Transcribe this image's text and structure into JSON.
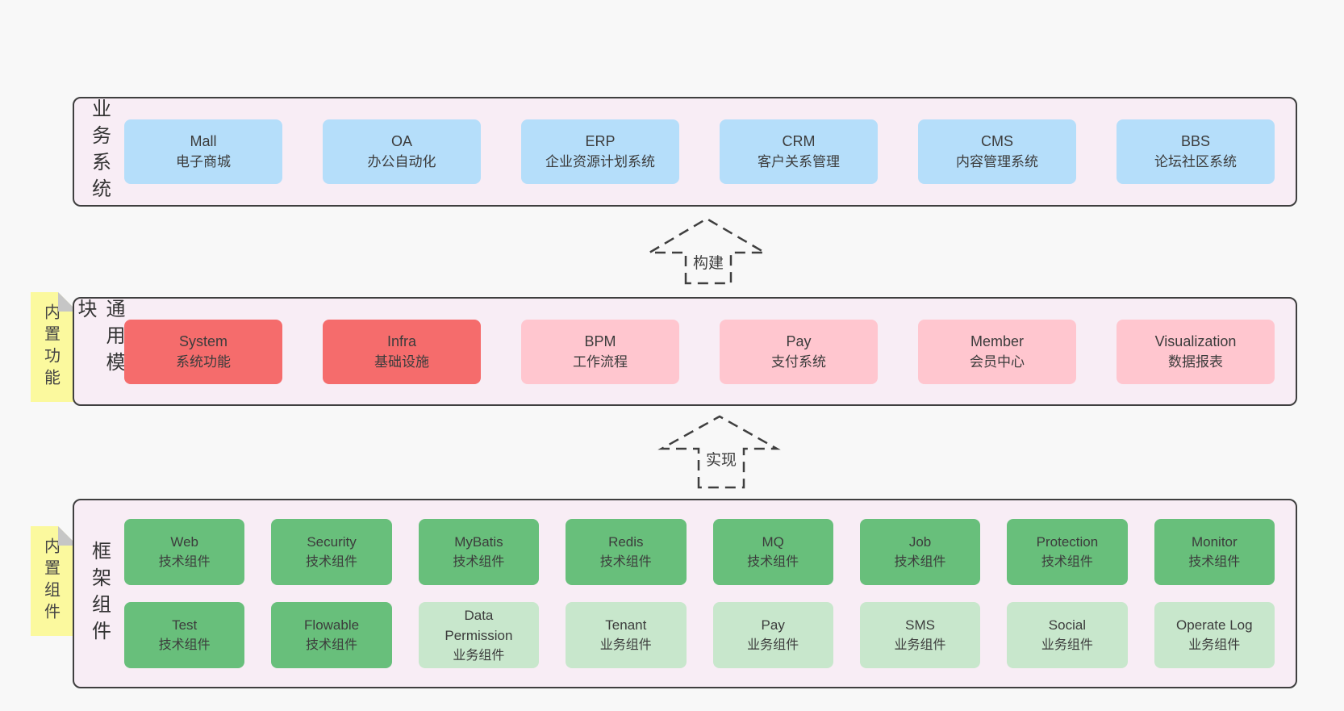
{
  "colors": {
    "page_bg": "#F8F8F8",
    "panel_bg": "#F8EDF5",
    "panel_border": "#3F3F3F",
    "text": "#3C3C3C",
    "blue": "#B5DEFA",
    "red": "#F56C6C",
    "pink": "#FFC6CF",
    "green": "#68BF7B",
    "green_light": "#C8E7CC",
    "note_yellow": "#FBF99E",
    "note_fold": "#C6C6C6",
    "arrow_stroke": "#3F3F3F"
  },
  "notes": [
    {
      "id": "builtin-features",
      "label": "内置功能"
    },
    {
      "id": "builtin-components",
      "label": "内置组件"
    }
  ],
  "arrows": [
    {
      "id": "build",
      "label": "构建"
    },
    {
      "id": "implement",
      "label": "实现"
    }
  ],
  "panels": {
    "business": {
      "label": "业务系统",
      "boxes": [
        {
          "name": "box-mall",
          "title": "Mall",
          "subtitle": "电子商城",
          "variant": "blue"
        },
        {
          "name": "box-oa",
          "title": "OA",
          "subtitle": "办公自动化",
          "variant": "blue"
        },
        {
          "name": "box-erp",
          "title": "ERP",
          "subtitle": "企业资源计划系统",
          "variant": "blue"
        },
        {
          "name": "box-crm",
          "title": "CRM",
          "subtitle": "客户关系管理",
          "variant": "blue"
        },
        {
          "name": "box-cms",
          "title": "CMS",
          "subtitle": "内容管理系统",
          "variant": "blue"
        },
        {
          "name": "box-bbs",
          "title": "BBS",
          "subtitle": "论坛社区系统",
          "variant": "blue"
        }
      ]
    },
    "modules": {
      "label": "通用模块",
      "boxes": [
        {
          "name": "box-system",
          "title": "System",
          "subtitle": "系统功能",
          "variant": "red"
        },
        {
          "name": "box-infra",
          "title": "Infra",
          "subtitle": "基础设施",
          "variant": "red"
        },
        {
          "name": "box-bpm",
          "title": "BPM",
          "subtitle": "工作流程",
          "variant": "pink"
        },
        {
          "name": "box-pay-module",
          "title": "Pay",
          "subtitle": "支付系统",
          "variant": "pink"
        },
        {
          "name": "box-member",
          "title": "Member",
          "subtitle": "会员中心",
          "variant": "pink"
        },
        {
          "name": "box-visualization",
          "title": "Visualization",
          "subtitle": "数据报表",
          "variant": "pink"
        }
      ]
    },
    "framework": {
      "label": "框架组件",
      "rows": [
        [
          {
            "name": "box-web",
            "title": "Web",
            "subtitle": "技术组件",
            "variant": "green"
          },
          {
            "name": "box-security",
            "title": "Security",
            "subtitle": "技术组件",
            "variant": "green"
          },
          {
            "name": "box-mybatis",
            "title": "MyBatis",
            "subtitle": "技术组件",
            "variant": "green"
          },
          {
            "name": "box-redis",
            "title": "Redis",
            "subtitle": "技术组件",
            "variant": "green"
          },
          {
            "name": "box-mq",
            "title": "MQ",
            "subtitle": "技术组件",
            "variant": "green"
          },
          {
            "name": "box-job",
            "title": "Job",
            "subtitle": "技术组件",
            "variant": "green"
          },
          {
            "name": "box-protection",
            "title": "Protection",
            "subtitle": "技术组件",
            "variant": "green"
          },
          {
            "name": "box-monitor",
            "title": "Monitor",
            "subtitle": "技术组件",
            "variant": "green"
          }
        ],
        [
          {
            "name": "box-test",
            "title": "Test",
            "subtitle": "技术组件",
            "variant": "green"
          },
          {
            "name": "box-flowable",
            "title": "Flowable",
            "subtitle": "技术组件",
            "variant": "green"
          },
          {
            "name": "box-data-permission",
            "title": "Data Permission",
            "subtitle": "业务组件",
            "variant": "green-light"
          },
          {
            "name": "box-tenant",
            "title": "Tenant",
            "subtitle": "业务组件",
            "variant": "green-light"
          },
          {
            "name": "box-pay-component",
            "title": "Pay",
            "subtitle": "业务组件",
            "variant": "green-light"
          },
          {
            "name": "box-sms",
            "title": "SMS",
            "subtitle": "业务组件",
            "variant": "green-light"
          },
          {
            "name": "box-social",
            "title": "Social",
            "subtitle": "业务组件",
            "variant": "green-light"
          },
          {
            "name": "box-operate-log",
            "title": "Operate Log",
            "subtitle": "业务组件",
            "variant": "green-light"
          }
        ]
      ]
    }
  }
}
